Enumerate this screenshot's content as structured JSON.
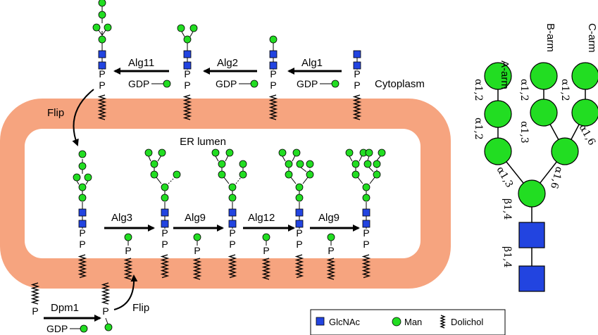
{
  "colors": {
    "membrane": "#f6a47f",
    "glcnac": "#2244e0",
    "man": "#22dd22",
    "line": "#000000"
  },
  "labels": {
    "cytoplasm": "Cytoplasm",
    "er_lumen": "ER lumen",
    "flip_top": "Flip",
    "flip_bottom": "Flip",
    "phosphate": "P",
    "gdp": "GDP",
    "alg11": "Alg11",
    "alg2": "Alg2",
    "alg1": "Alg1",
    "alg3": "Alg3",
    "alg9a": "Alg9",
    "alg12": "Alg12",
    "alg9b": "Alg9",
    "dpm1": "Dpm1"
  },
  "structure": {
    "a_arm": "A-arm",
    "b_arm": "B-arm",
    "c_arm": "C-arm",
    "link_a_top": "α1,2",
    "link_a_mid": "α1,2",
    "link_b_top": "α1,2",
    "link_b_mid": "α1,3",
    "link_c_top": "α1,2",
    "link_c_mid": "α1,6",
    "link_a_base": "α1,3",
    "link_bc_base": "α1,6",
    "link_b14_top": "β1,4",
    "link_b14_bottom": "β1,4"
  },
  "legend": {
    "glcnac": "GlcNAc",
    "man": "Man",
    "dolichol": "Dolichol"
  },
  "icons": {
    "glcnac": "blue-square-icon",
    "man": "green-circle-icon",
    "dolichol": "zigzag-icon"
  }
}
